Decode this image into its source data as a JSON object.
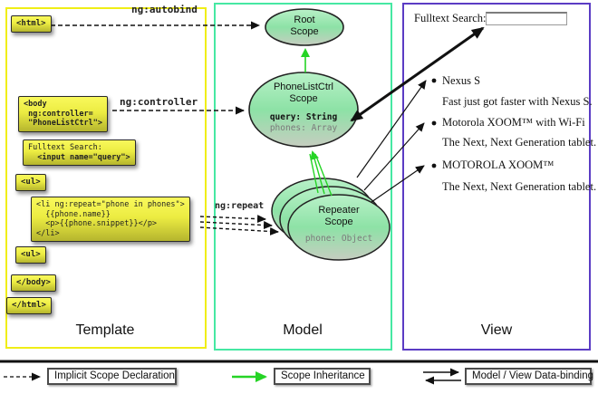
{
  "columns": {
    "template": {
      "label": "Template"
    },
    "model": {
      "label": "Model"
    },
    "view": {
      "label": "View"
    }
  },
  "template_boxes": {
    "html_open": {
      "code": "<html>"
    },
    "body_open": {
      "code": "<body\n ng:controller=\n \"PhoneListCtrl\">"
    },
    "fulltext_label": {
      "code": "Fulltext Search:"
    },
    "fulltext_input": {
      "code": "  <input name=\"query\">"
    },
    "ul_open": {
      "code": "<ul>"
    },
    "li_repeat": {
      "code": "<li ng:repeat=\"phone in phones\">\n  {{phone.name}}\n  <p>{{phone.snippet}}</p>\n</li>"
    },
    "ul_close": {
      "code": "<ul>"
    },
    "body_close": {
      "code": "</body>"
    },
    "html_close": {
      "code": "</html>"
    }
  },
  "directive_labels": {
    "autobind": "ng:autobind",
    "controller": "ng:controller",
    "repeat": "ng:repeat"
  },
  "scopes": {
    "root": {
      "title": "Root\nScope"
    },
    "phonelist": {
      "title": "PhoneListCtrl\nScope",
      "query": "query: String",
      "phones": "phones: Array"
    },
    "repeater": {
      "title": "Repeater\nScope",
      "phone": "phone: Object"
    }
  },
  "view": {
    "search_label": "Fulltext Search:",
    "search_value": "",
    "phones": [
      {
        "name": "Nexus S",
        "snippet": "Fast just got faster with Nexus S."
      },
      {
        "name": "Motorola XOOM™  with Wi-Fi",
        "snippet": "The Next, Next Generation tablet."
      },
      {
        "name": "MOTOROLA XOOM™",
        "snippet": "The Next, Next Generation tablet."
      }
    ]
  },
  "legend": {
    "implicit": "Implicit Scope Declaration",
    "inheritance": "Scope Inheritance",
    "databinding": "Model / View Data-binding"
  },
  "colors": {
    "template_border": "#f0ee16",
    "model_border": "#46e8a3",
    "view_border": "#5b3cc4",
    "code_box": "#ecec42",
    "scope_fill": "#8de2a6",
    "green_arrow": "#22cc22"
  }
}
